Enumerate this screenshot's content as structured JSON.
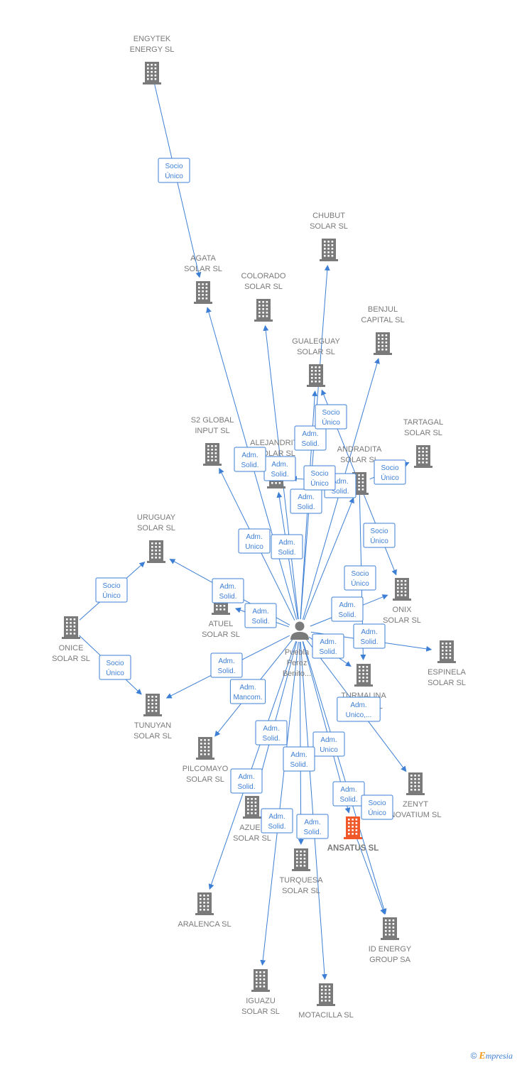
{
  "colors": {
    "edge": "#3d7fd4",
    "company": "#7a7a7a",
    "highlight": "#f0582a",
    "person": "#7a7a7a"
  },
  "person": {
    "id": "person",
    "lines": [
      "Puebla",
      "Perez",
      "Benito..."
    ],
    "icon": "person-icon"
  },
  "nodes": [
    {
      "id": "engytek",
      "lines": [
        "ENGYTEK",
        "ENERGY  SL"
      ]
    },
    {
      "id": "agata",
      "lines": [
        "AGATA",
        "SOLAR  SL"
      ]
    },
    {
      "id": "chubut",
      "lines": [
        "CHUBUT",
        "SOLAR  SL"
      ]
    },
    {
      "id": "colorado",
      "lines": [
        "COLORADO",
        "SOLAR  SL"
      ]
    },
    {
      "id": "benjul",
      "lines": [
        "BENJUL",
        "CAPITAL  SL"
      ]
    },
    {
      "id": "gualeguay",
      "lines": [
        "GUALEGUAY",
        "SOLAR  SL"
      ]
    },
    {
      "id": "s2global",
      "lines": [
        "S2 GLOBAL",
        "INPUT  SL"
      ]
    },
    {
      "id": "alejandrita",
      "lines": [
        "ALEJANDRITA",
        "SOLAR  SL"
      ]
    },
    {
      "id": "andradita",
      "lines": [
        "ANDRADITA",
        "SOLAR  SL"
      ]
    },
    {
      "id": "tartagal",
      "lines": [
        "TARTAGAL",
        "SOLAR  SL"
      ]
    },
    {
      "id": "uruguay",
      "lines": [
        "URUGUAY",
        "SOLAR SL"
      ]
    },
    {
      "id": "atuel",
      "lines": [
        "ATUEL",
        "SOLAR  SL"
      ]
    },
    {
      "id": "onix",
      "lines": [
        "ONIX",
        "SOLAR  SL"
      ]
    },
    {
      "id": "onice",
      "lines": [
        "ONICE",
        "SOLAR  SL"
      ]
    },
    {
      "id": "espinela",
      "lines": [
        "ESPINELA",
        "SOLAR  SL"
      ]
    },
    {
      "id": "tunuyan",
      "lines": [
        "TUNUYAN",
        "SOLAR  SL"
      ]
    },
    {
      "id": "turmalina",
      "lines": [
        "TURMALINA",
        "SOLAR  SL"
      ]
    },
    {
      "id": "pilcomayo",
      "lines": [
        "PILCOMAYO",
        "SOLAR  SL"
      ]
    },
    {
      "id": "zenyt",
      "lines": [
        "ZENYT",
        "NOVATIUM SL"
      ]
    },
    {
      "id": "azuel",
      "lines": [
        "AZUEL",
        "SOLAR  SL"
      ]
    },
    {
      "id": "ansatus",
      "lines": [
        "ANSATUS  SL"
      ],
      "highlight": true
    },
    {
      "id": "turquesa",
      "lines": [
        "TURQUESA",
        "SOLAR  SL"
      ]
    },
    {
      "id": "aralenca",
      "lines": [
        "ARALENCA SL"
      ]
    },
    {
      "id": "idenergy",
      "lines": [
        "ID ENERGY",
        "GROUP SA"
      ]
    },
    {
      "id": "iguazu",
      "lines": [
        "IGUAZU",
        "SOLAR  SL"
      ]
    },
    {
      "id": "motacilla",
      "lines": [
        "MOTACILLA SL"
      ]
    }
  ],
  "edges": [
    {
      "from": "engytek",
      "to": "agata",
      "lines": [
        "Socio",
        "Único"
      ]
    },
    {
      "from": "person",
      "to": "agata",
      "lines": [
        "Adm.",
        "Unico"
      ]
    },
    {
      "from": "person",
      "to": "chubut",
      "lines": [
        "Adm.",
        "Solid."
      ]
    },
    {
      "from": "person",
      "to": "colorado",
      "lines": [
        "Adm.",
        "Solid."
      ]
    },
    {
      "from": "person",
      "to": "benjul",
      "lines": [
        "Adm.",
        "Solid."
      ]
    },
    {
      "from": "person",
      "to": "gualeguay",
      "lines": [
        "Adm.",
        "Solid."
      ]
    },
    {
      "from": "andradita",
      "to": "gualeguay",
      "lines": [
        "Socio",
        "Único"
      ]
    },
    {
      "from": "person",
      "to": "s2global",
      "lines": [
        "Adm.",
        "Solid."
      ]
    },
    {
      "from": "person",
      "to": "alejandrita",
      "lines": [
        "Adm.",
        "Solid."
      ]
    },
    {
      "from": "person",
      "to": "andradita",
      "lines": [
        "Adm.",
        "Solid."
      ]
    },
    {
      "from": "andradita",
      "to": "alejandrita",
      "lines": [
        "Socio",
        "Único"
      ]
    },
    {
      "from": "andradita",
      "to": "tartagal",
      "lines": [
        "Socio",
        "Único"
      ]
    },
    {
      "from": "person",
      "to": "uruguay",
      "lines": [
        "Adm.",
        "Solid."
      ]
    },
    {
      "from": "onice",
      "to": "uruguay",
      "lines": [
        "Socio",
        "Único"
      ]
    },
    {
      "from": "person",
      "to": "atuel",
      "lines": [
        "Adm.",
        "Solid."
      ]
    },
    {
      "from": "person",
      "to": "onix",
      "lines": [
        "Adm.",
        "Solid."
      ]
    },
    {
      "from": "andradita",
      "to": "onix",
      "lines": [
        "Socio",
        "Único"
      ]
    },
    {
      "from": "onice",
      "to": "tunuyan",
      "lines": [
        "Socio",
        "Único"
      ]
    },
    {
      "from": "person",
      "to": "espinela",
      "lines": [
        "Adm.",
        "Solid."
      ]
    },
    {
      "from": "person",
      "to": "tunuyan",
      "lines": [
        "Adm.",
        "Solid."
      ]
    },
    {
      "from": "andradita",
      "to": "turmalina",
      "lines": [
        "Socio",
        "Único"
      ]
    },
    {
      "from": "person",
      "to": "turmalina",
      "lines": [
        "Adm.",
        "Solid."
      ]
    },
    {
      "from": "person",
      "to": "pilcomayo",
      "lines": [
        "Adm.",
        "Mancom."
      ]
    },
    {
      "from": "person",
      "to": "zenyt",
      "lines": [
        "Adm.",
        "Unico,..."
      ]
    },
    {
      "from": "person",
      "to": "azuel",
      "lines": [
        "Adm.",
        "Solid."
      ]
    },
    {
      "from": "person",
      "to": "ansatus",
      "lines": [
        "Adm.",
        "Unico"
      ]
    },
    {
      "from": "person",
      "to": "turquesa",
      "lines": [
        "Adm.",
        "Solid."
      ]
    },
    {
      "from": "person",
      "to": "aralenca",
      "lines": [
        "Adm.",
        "Solid."
      ]
    },
    {
      "from": "person",
      "to": "idenergy",
      "lines": [
        "Adm.",
        "Solid."
      ]
    },
    {
      "from": "ansatus",
      "to": "idenergy",
      "lines": [
        "Socio",
        "Único"
      ]
    },
    {
      "from": "person",
      "to": "iguazu",
      "lines": [
        "Adm.",
        "Solid."
      ]
    },
    {
      "from": "person",
      "to": "motacilla",
      "lines": [
        "Adm.",
        "Solid."
      ]
    }
  ],
  "footer": {
    "copyright": "©",
    "brand_initial": "E",
    "brand_rest": "mpresia"
  }
}
